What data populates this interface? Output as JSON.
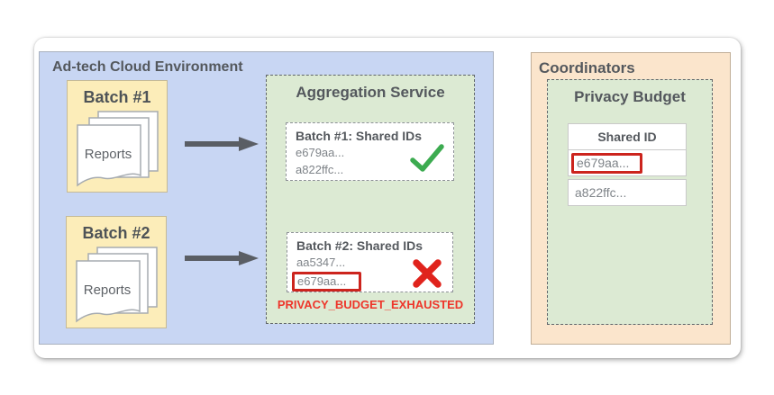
{
  "colors": {
    "env_bg": "#c8d6f3",
    "batch_bg": "#fcedb9",
    "service_bg": "#dcead3",
    "coordinators_bg": "#fbe5cc",
    "success_green": "#3cab50",
    "error_red": "#e0231c",
    "highlight_red": "#cc241d",
    "title_gray": "#54585d",
    "id_gray": "#7f8489",
    "arrow_gray": "#5a5e64"
  },
  "adtech_env": {
    "label": "Ad-tech Cloud Environment",
    "batches": [
      {
        "title": "Batch #1",
        "doc_label": "Reports"
      },
      {
        "title": "Batch #2",
        "doc_label": "Reports"
      }
    ]
  },
  "aggregation_service": {
    "title": "Aggregation Service",
    "batch_results": [
      {
        "title": "Batch #1: Shared IDs",
        "ids": [
          "e679aa...",
          "a822ffc..."
        ],
        "status": "success"
      },
      {
        "title": "Batch #2: Shared IDs",
        "ids": [
          "aa5347...",
          "e679aa..."
        ],
        "status": "error",
        "highlighted_id": "e679aa..."
      }
    ],
    "error_label": "PRIVACY_BUDGET_EXHAUSTED"
  },
  "coordinators": {
    "title": "Coordinators",
    "privacy_budget": {
      "title": "Privacy Budget",
      "table": {
        "header": "Shared ID",
        "rows": [
          "e679aa...",
          "a822ffc..."
        ],
        "highlighted_row": "e679aa..."
      }
    }
  }
}
